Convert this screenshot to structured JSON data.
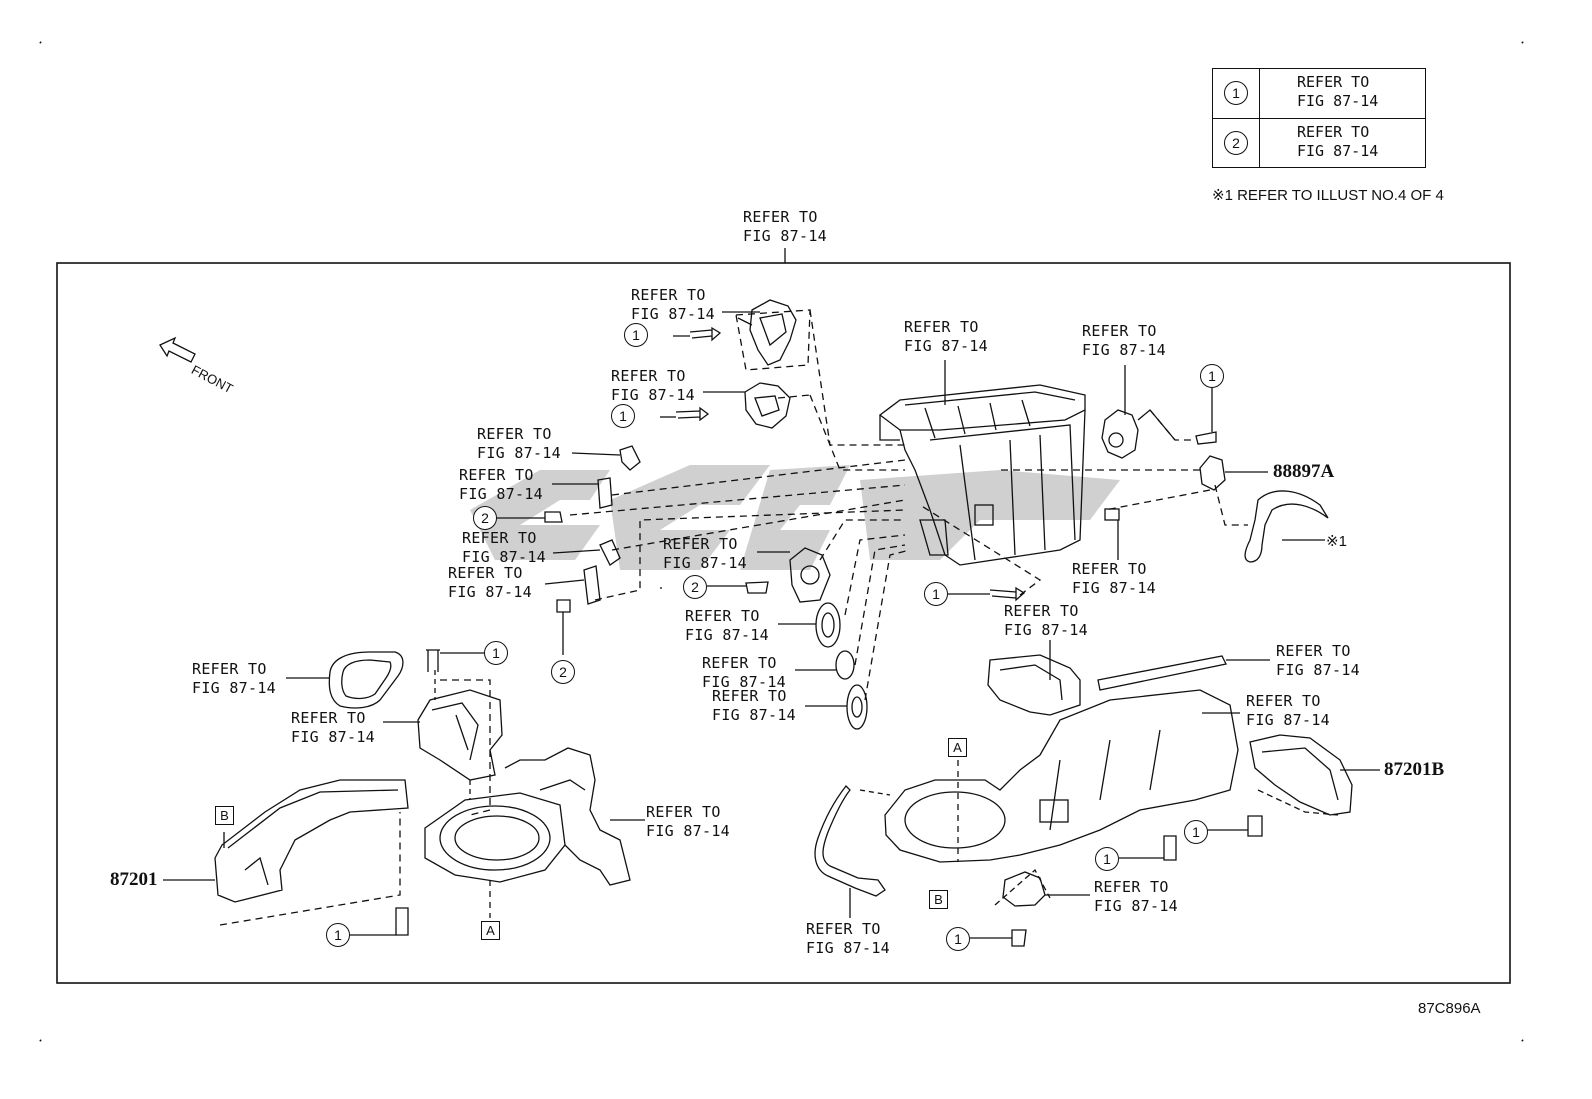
{
  "legend": {
    "rows": [
      {
        "num": "1",
        "line1": "REFER TO",
        "line2": "FIG 87-14"
      },
      {
        "num": "2",
        "line1": "REFER TO",
        "line2": "FIG 87-14"
      }
    ]
  },
  "note": "※1 REFER TO ILLUST NO.4 OF 4",
  "figure_id": "87C896A",
  "front_label": "FRONT",
  "refer": {
    "line1": "REFER TO",
    "line2": "FIG 87-14"
  },
  "part_numbers": {
    "p87201": "87201",
    "p87201b": "87201B",
    "p88897a": "88897A"
  },
  "symbols": {
    "one": "1",
    "two": "2",
    "box_a": "A",
    "box_b": "B",
    "kome": "※1"
  }
}
